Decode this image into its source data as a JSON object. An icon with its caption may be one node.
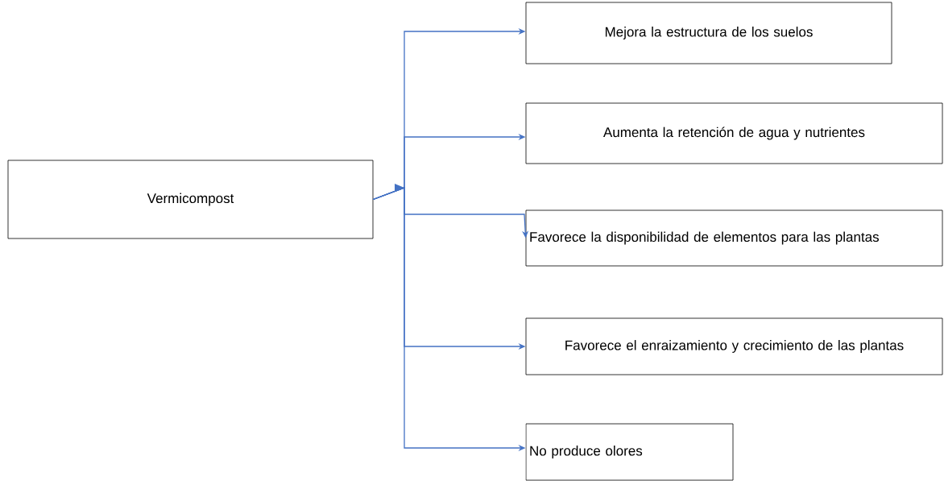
{
  "diagram": {
    "nodes": [
      {
        "text": [
          "Vermicompost"
        ]
      },
      {
        "text": [
          "Mejora la estructura de los suelos"
        ]
      },
      {
        "text": [
          "Aumenta la retención de agua y nutrientes"
        ]
      },
      {
        "text": [
          "Favorece la disponibilidad de elementos para las plantas"
        ]
      },
      {
        "text": [
          "Favorece el enraizamiento y crecimiento de las plantas"
        ]
      },
      {
        "text": [
          "No produce olores"
        ]
      }
    ],
    "edges": [
      {
        "from": 0,
        "to": 1,
        "arrow": "to"
      },
      {
        "from": 0,
        "to": 2,
        "arrow": "to"
      },
      {
        "from": 0,
        "to": 3,
        "arrow": "to"
      },
      {
        "from": 0,
        "to": 4,
        "arrow": "to"
      },
      {
        "from": 0,
        "to": 5,
        "arrow": "to"
      }
    ]
  }
}
